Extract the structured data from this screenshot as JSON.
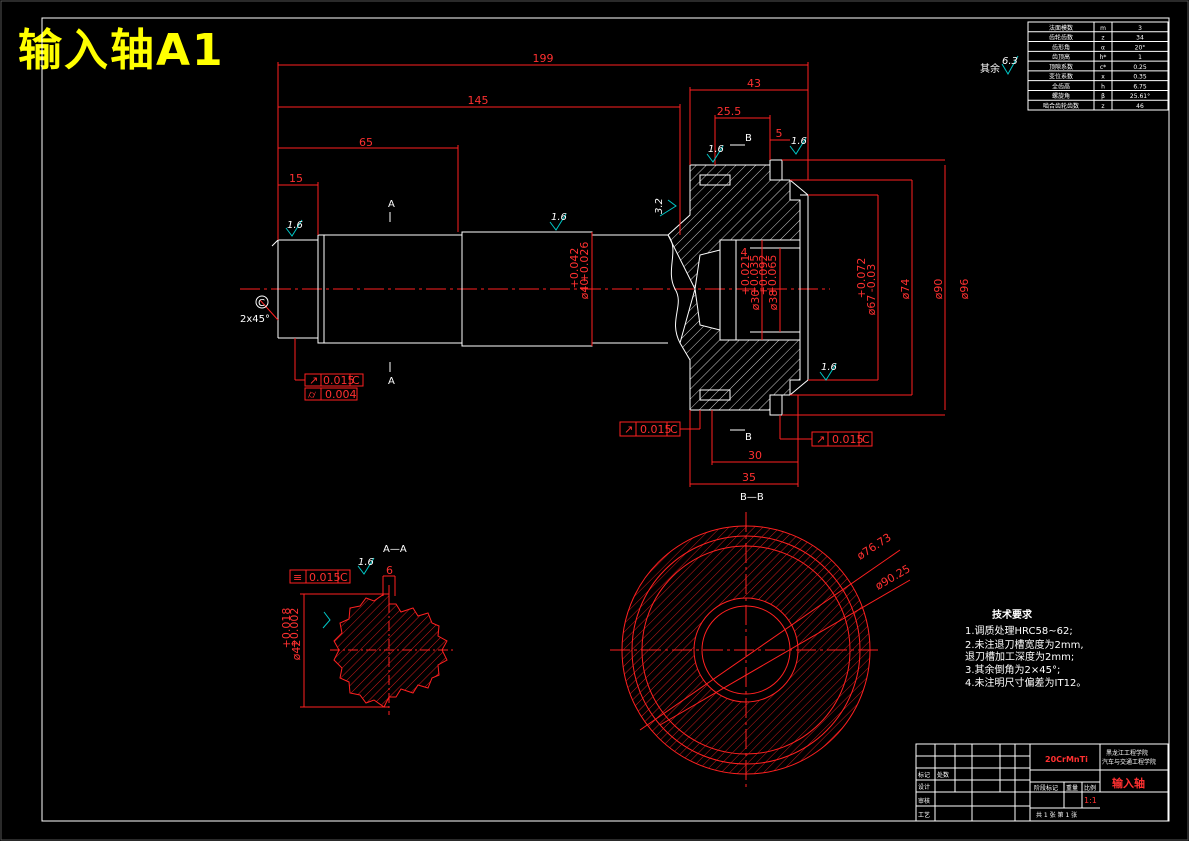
{
  "title": "输入轴A1",
  "dims": {
    "d199": "199",
    "d145": "145",
    "d65": "65",
    "d15": "15",
    "d43": "43",
    "d25_5": "25.5",
    "d5": "5",
    "d30": "30",
    "d35": "35",
    "d6": "6",
    "d4": "4",
    "d40": "ø40",
    "d40tol_up": "+0.042",
    "d40tol_lo": "+0.026",
    "d30b": "ø30",
    "d30tol_up": "+0.021",
    "d30tol_lo": "+0.035",
    "d38": "ø38",
    "d38tol_up": "+0.092",
    "d38tol_lo": "+0.065",
    "d67": "ø67",
    "d67tol_up": "+0.072",
    "d67tol_lo": "-0.03",
    "d74": "ø74",
    "d90": "ø90",
    "d96": "ø96",
    "d42": "ø42",
    "d42tol_up": "+0.018",
    "d42tol_lo": "+0.002",
    "d76": "ø76.73",
    "d90b": "ø90.25",
    "chamfer": "2x45°",
    "c_label": "C"
  },
  "rough": {
    "r16": "1.6",
    "r32": "3.2",
    "r63": "6.3",
    "rest": "其余"
  },
  "tol": {
    "runout": "0.015",
    "cyl": "0.004",
    "datum": "C"
  },
  "sections": {
    "aa": "A—A",
    "bb": "B—B",
    "a": "A",
    "b": "B"
  },
  "tech": {
    "heading": "技术要求",
    "items": [
      "1.调质处理HRC58~62;",
      "2.未注退刀槽宽度为2mm,",
      "  退刀槽加工深度为2mm;",
      "3.其余倒角为2×45°;",
      "4.未注明尺寸偏差为IT12。"
    ]
  },
  "params": [
    [
      "法面模数",
      "m",
      "3"
    ],
    [
      "齿轮齿数",
      "z",
      "34"
    ],
    [
      "齿形角",
      "α",
      "20°"
    ],
    [
      "齿顶高",
      "h*",
      "1"
    ],
    [
      "顶隙系数",
      "c*",
      "0.25"
    ],
    [
      "变位系数",
      "x",
      "0.35"
    ],
    [
      "全齿高",
      "h",
      "6.75"
    ],
    [
      "螺旋角",
      "β",
      "25.61°"
    ],
    [
      "啮合齿轮齿数",
      "z",
      "46"
    ]
  ],
  "titleblock": {
    "material": "20CrMnTi",
    "school1": "黑龙江工程学院",
    "school2": "汽车与交通工程学院",
    "name": "输入轴",
    "design": "设计",
    "check": "审核",
    "process": "工艺",
    "mark": "标记",
    "count": "处数",
    "stage": "阶段标记",
    "weight": "重量",
    "scale": "比例",
    "ratio": "1:1",
    "sheets": "共 1 张    第 1 张"
  }
}
